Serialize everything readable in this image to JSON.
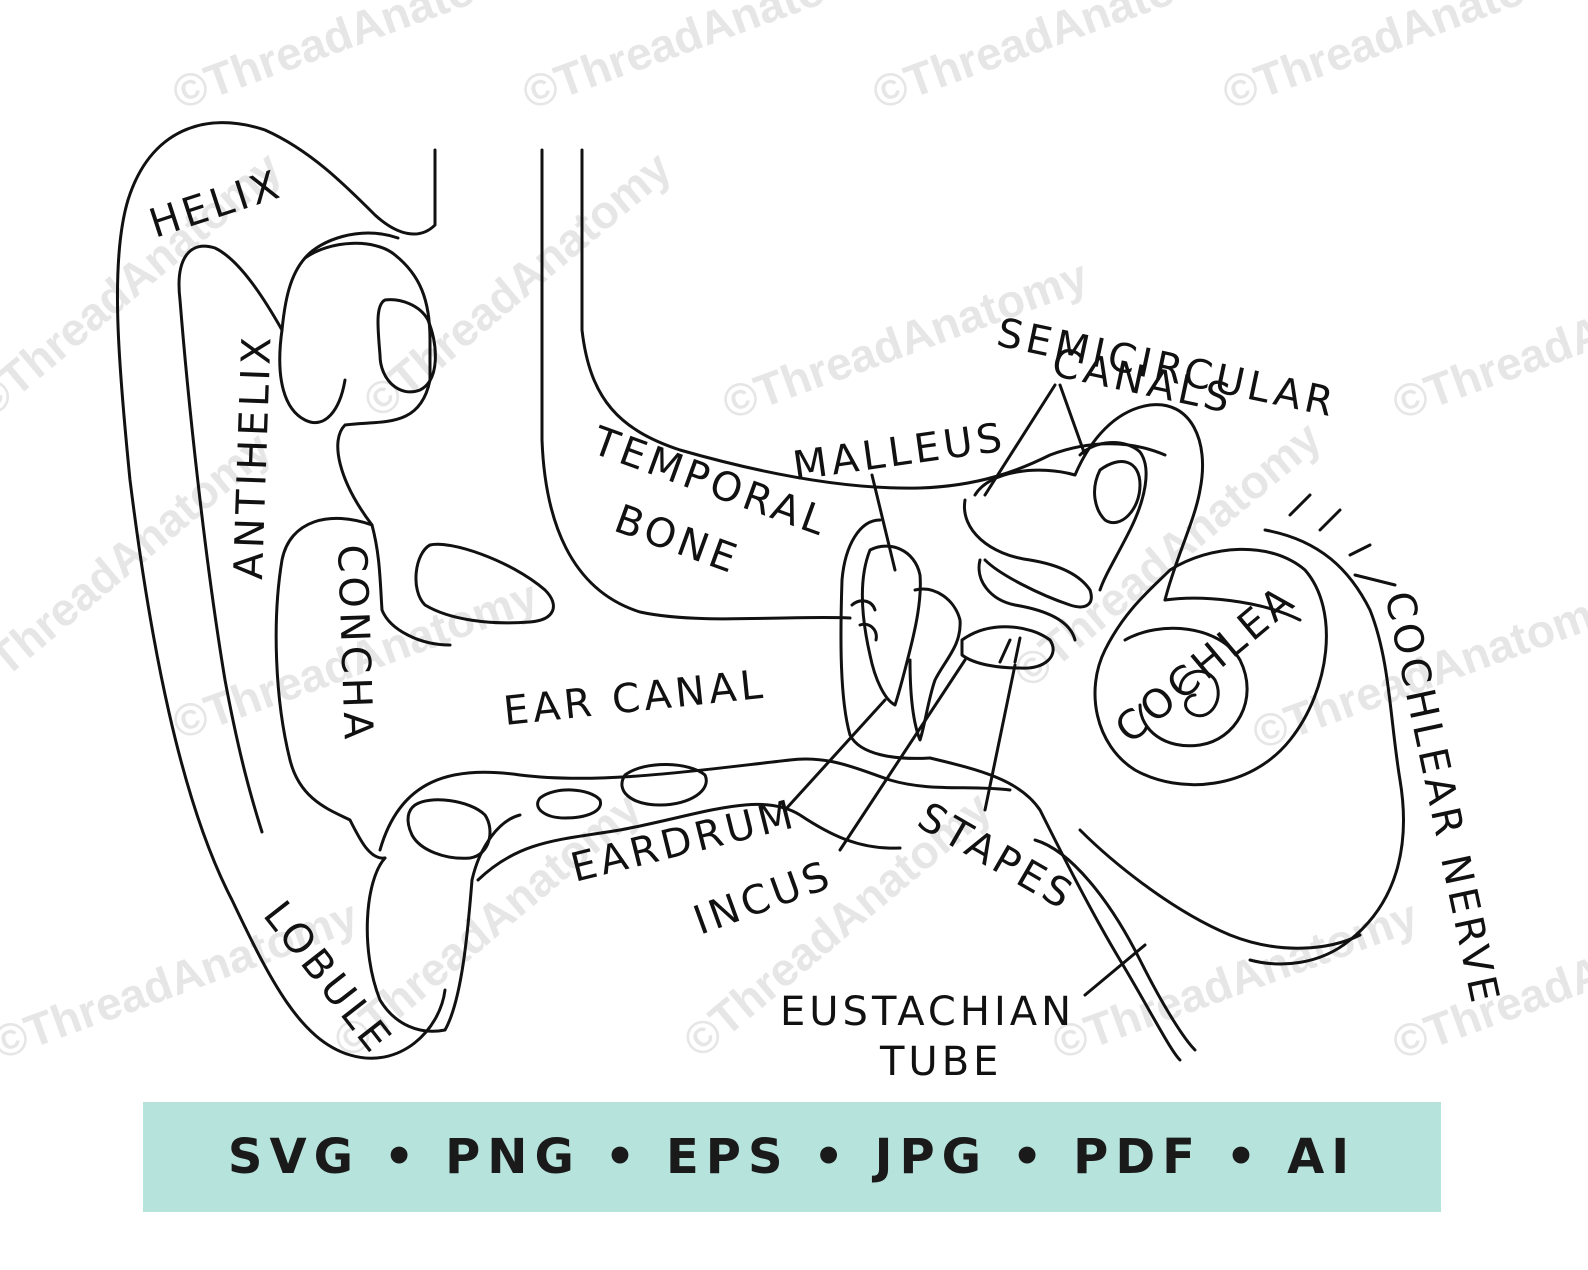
{
  "watermark": "©ThreadAnatomy",
  "labels": {
    "helix": "HELIX",
    "antihelix": "ANTIHELIX",
    "concha": "CONCHA",
    "lobule": "LOBULE",
    "temporal_1": "TEMPORAL",
    "temporal_2": "BONE",
    "ear_canal": "EAR CANAL",
    "malleus": "MALLEUS",
    "semicircular_1": "SEMICIRCULAR",
    "semicircular_2": "CANALS",
    "cochlea": "COCHLEA",
    "cochlear_nerve": "COCHLEAR NERVE",
    "eardrum": "EARDRUM",
    "incus": "INCUS",
    "stapes": "STAPES",
    "eustachian_1": "EUSTACHIAN",
    "eustachian_2": "TUBE"
  },
  "banner": {
    "text": "SVG • PNG • EPS • JPG • PDF • AI",
    "color": "#b6e3dc"
  }
}
